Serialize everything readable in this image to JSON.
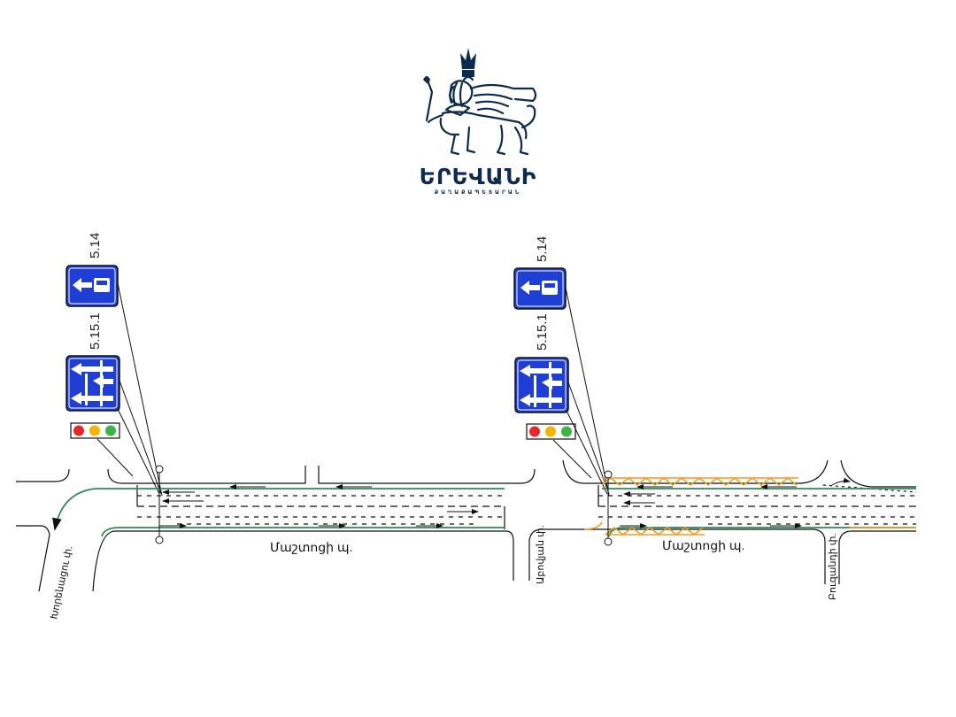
{
  "logo": {
    "title": "ԵՐԵՎԱՆԻ",
    "subtitle": "ՔԱՂԱՔԱՊԵՏԱՐԱՆ",
    "color": "#0d2b4f"
  },
  "colors": {
    "sign_blue": "#1f3fd4",
    "bus_lane": "#2e8b57",
    "hatch": "#f39c1e",
    "light_red": "#e8262b",
    "light_yellow": "#f5b400",
    "light_green": "#3bb54a"
  },
  "left_scheme": {
    "sign_a_code": "5.14",
    "sign_b_code": "5.15.1",
    "main_street": "Մաշտոցի պ.",
    "side_street": "Խորենացու փ."
  },
  "right_scheme": {
    "sign_a_code": "5.14",
    "sign_b_code": "5.15.1",
    "main_street": "Մաշտոցի պ.",
    "side_street_left": "Աբովյան փ.",
    "side_street_right": "Բուզանդի փ."
  },
  "icons": {
    "bus_lane_sign": "bus-lane-arrow-icon",
    "lane_direction_sign": "lane-direction-arrows-icon",
    "traffic_light": "traffic-light-icon",
    "lion_emblem": "yerevan-lion-emblem-icon"
  }
}
